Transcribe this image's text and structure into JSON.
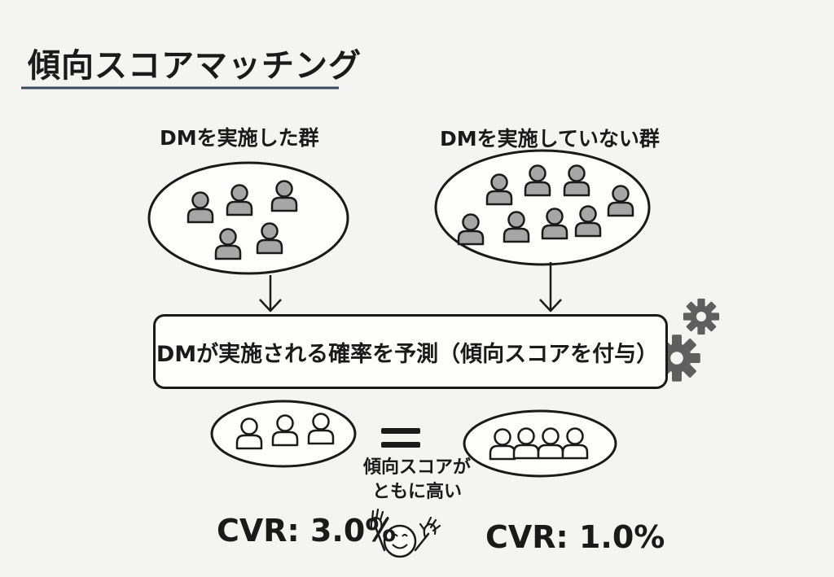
{
  "title": "傾向スコアマッチング",
  "groups": {
    "treated": {
      "label": "DMを実施した群"
    },
    "control": {
      "label": "DMを実施していない群"
    }
  },
  "process": {
    "label": "DMが実施される確率を予測（傾向スコアを付与）"
  },
  "matched": {
    "note": "傾向スコアが ともに高い",
    "treated_cvr": "CVR: 3.0%",
    "control_cvr": "CVR: 1.0%"
  },
  "icons": [
    "person-icon",
    "gear-icon",
    "equals-icon",
    "smiley-icon"
  ],
  "colors": {
    "person_fill": "#a6a6a6",
    "gear_fill": "#5f5f5f",
    "outline": "#1a1a1a",
    "underline": "#3d4a5c"
  }
}
